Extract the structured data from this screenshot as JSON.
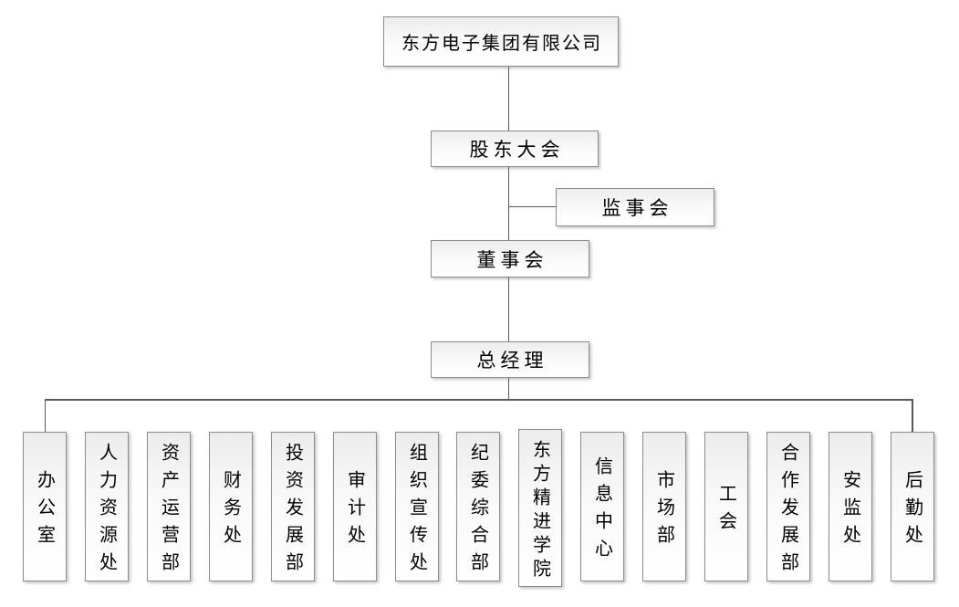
{
  "org_chart": {
    "root": {
      "label": "东方电子集团有限公司"
    },
    "shareholders_meeting": {
      "label": "股东大会"
    },
    "supervisory_board": {
      "label": "监事会"
    },
    "board_of_directors": {
      "label": "董事会"
    },
    "general_manager": {
      "label": "总经理"
    },
    "departments": [
      {
        "label": "办公室"
      },
      {
        "label": "人力资源处"
      },
      {
        "label": "资产运营部"
      },
      {
        "label": "财务处"
      },
      {
        "label": "投资发展部"
      },
      {
        "label": "审计处"
      },
      {
        "label": "组织宣传处"
      },
      {
        "label": "纪委综合部"
      },
      {
        "label": "东方精进学院"
      },
      {
        "label": "信息中心"
      },
      {
        "label": "市场部"
      },
      {
        "label": "工会"
      },
      {
        "label": "合作发展部"
      },
      {
        "label": "安监处"
      },
      {
        "label": "后勤处"
      }
    ],
    "colors": {
      "connector_line": "#5a5a5a",
      "box_border": "#8c8c8c",
      "box_fill_top": "#ececec",
      "box_fill_bottom": "#ffffff",
      "background": "#ffffff",
      "text": "#000000"
    }
  }
}
